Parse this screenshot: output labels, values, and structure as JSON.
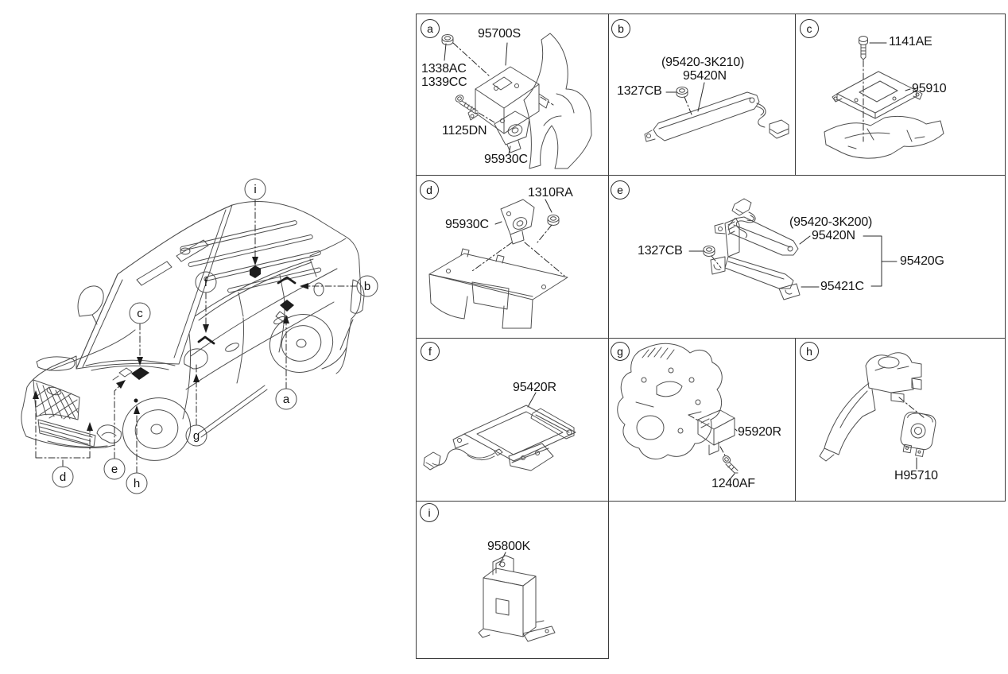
{
  "page": {
    "background": "#ffffff",
    "art_line_color": "#4f4f4f",
    "leader_line_color": "#2b2b2b",
    "text_color": "#141414"
  },
  "vehicle": {
    "description": "SUV three-quarter top view with component location callouts",
    "callouts": {
      "a": "a",
      "b": "b",
      "c": "c",
      "d": "d",
      "e": "e",
      "f": "f",
      "g": "g",
      "h": "h",
      "i": "i"
    }
  },
  "cells": {
    "a": {
      "letter": "a",
      "labels": {
        "module": "95700S",
        "nut_top": "1338AC",
        "nut_bottom": "1339CC",
        "bolt": "1125DN",
        "sensor": "95930C"
      }
    },
    "b": {
      "letter": "b",
      "labels": {
        "ref": "(95420-3K210)",
        "antenna": "95420N",
        "nut": "1327CB"
      }
    },
    "c": {
      "letter": "c",
      "labels": {
        "bolt": "1141AE",
        "module": "95910"
      }
    },
    "d": {
      "letter": "d",
      "labels": {
        "nut": "1310RA",
        "sensor": "95930C"
      }
    },
    "e": {
      "letter": "e",
      "labels": {
        "ref": "(95420-3K200)",
        "antenna": "95420N",
        "nut": "1327CB",
        "bracket": "95421C",
        "assembly": "95420G"
      }
    },
    "f": {
      "letter": "f",
      "labels": {
        "antenna": "95420R"
      }
    },
    "g": {
      "letter": "g",
      "labels": {
        "sensor": "95920R",
        "bolt": "1240AF"
      }
    },
    "h": {
      "letter": "h",
      "labels": {
        "horn": "H95710"
      }
    },
    "i": {
      "letter": "i",
      "labels": {
        "module": "95800K"
      }
    }
  }
}
